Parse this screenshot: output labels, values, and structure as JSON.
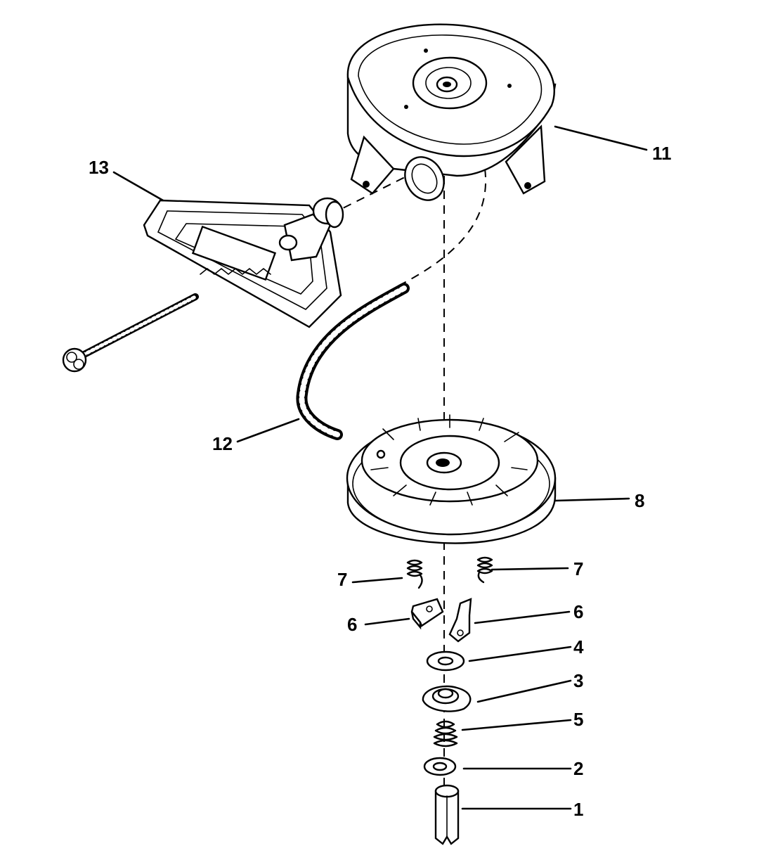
{
  "diagram": {
    "callouts": [
      {
        "id": "c11",
        "label": "11",
        "part": "starter-housing"
      },
      {
        "id": "c13",
        "label": "13",
        "part": "starter-handle"
      },
      {
        "id": "c12",
        "label": "12",
        "part": "starter-rope"
      },
      {
        "id": "c8",
        "label": "8",
        "part": "pulley"
      },
      {
        "id": "c7l",
        "label": "7",
        "part": "pawl-spring-left"
      },
      {
        "id": "c7r",
        "label": "7",
        "part": "pawl-spring-right"
      },
      {
        "id": "c6l",
        "label": "6",
        "part": "pawl-left"
      },
      {
        "id": "c6r",
        "label": "6",
        "part": "pawl-right"
      },
      {
        "id": "c4",
        "label": "4",
        "part": "washer"
      },
      {
        "id": "c3",
        "label": "3",
        "part": "retainer"
      },
      {
        "id": "c5",
        "label": "5",
        "part": "brake-spring"
      },
      {
        "id": "c2",
        "label": "2",
        "part": "washer"
      },
      {
        "id": "c1",
        "label": "1",
        "part": "roll-pin"
      }
    ]
  },
  "colors": {
    "ink": "#000000",
    "paper": "#ffffff"
  }
}
